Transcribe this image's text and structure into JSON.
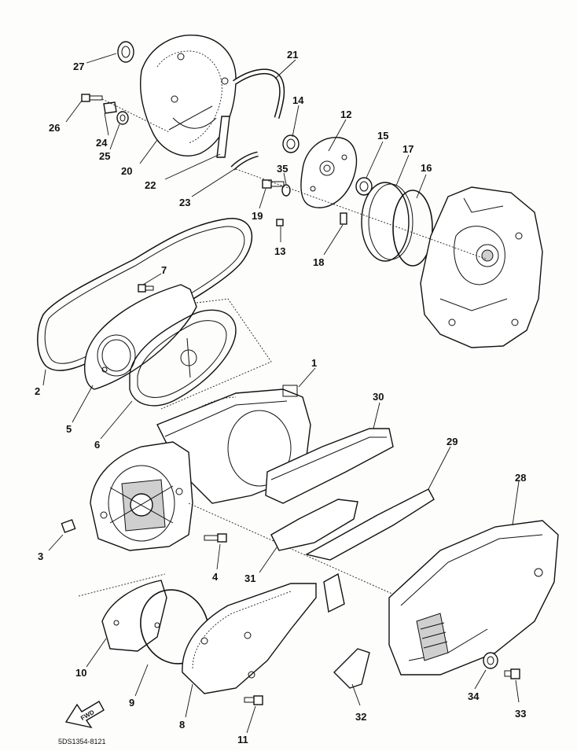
{
  "diagram_code": "5DS1354-8121",
  "fwd_label": "FWD",
  "part_numbers": {
    "p1": "1",
    "p2": "2",
    "p3": "3",
    "p4": "4",
    "p5": "5",
    "p6": "6",
    "p7": "7",
    "p8": "8",
    "p9": "9",
    "p10": "10",
    "p11": "11",
    "p12": "12",
    "p13": "13",
    "p14": "14",
    "p15": "15",
    "p16": "16",
    "p17": "17",
    "p18": "18",
    "p19": "19",
    "p20": "20",
    "p21": "21",
    "p22": "22",
    "p23": "23",
    "p24": "24",
    "p25": "25",
    "p26": "26",
    "p27": "27",
    "p28": "28",
    "p29": "29",
    "p30": "30",
    "p31": "31",
    "p32": "32",
    "p33": "33",
    "p34": "34",
    "p35": "35"
  }
}
